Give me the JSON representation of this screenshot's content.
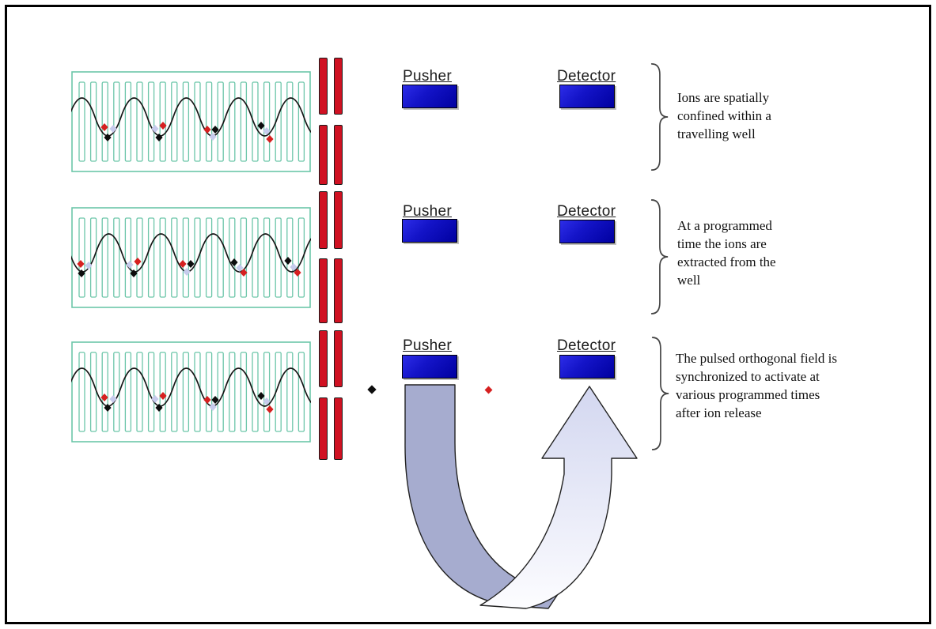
{
  "diagram": {
    "rows": [
      {
        "pusher_label": "Pusher",
        "detector_label": "Detector",
        "caption": "Ions are spatially\nconfined within a\ntravelling well"
      },
      {
        "pusher_label": "Pusher",
        "detector_label": "Detector",
        "caption": "At a programmed\ntime the ions are\nextracted from the\nwell"
      },
      {
        "pusher_label": "Pusher",
        "detector_label": "Detector",
        "caption": "The pulsed orthogonal field is\nsynchronized to activate at\nvarious programmed times\nafter ion release"
      }
    ],
    "colors": {
      "electrode_teal": "#6cc6a9",
      "lens_red": "#d01122",
      "pusher_blue_light": "#2d2de8",
      "pusher_blue_dark": "#0000a0",
      "ion_red": "#d62020",
      "ion_black": "#0d0d0d",
      "ion_pale_blue": "#c6cbec",
      "arrow_down_band": "#a6accf",
      "arrow_up_band_light": "#d3d7f0",
      "wave_line": "#161616",
      "frame_border": "#000000"
    }
  }
}
